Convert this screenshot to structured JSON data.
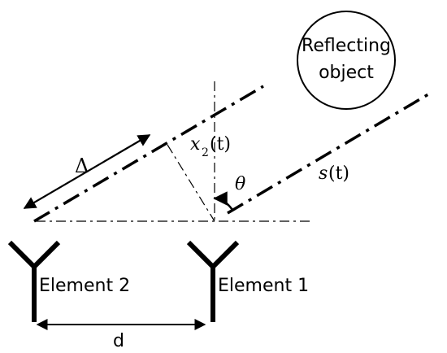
{
  "diagram": {
    "reflector": {
      "line1": "Reflecting",
      "line2": "object"
    },
    "signal_label": {
      "name": "s",
      "arg": "(t)"
    },
    "received_label": {
      "name": "x",
      "subscript": "2",
      "arg": "(t)"
    },
    "angle_label": "θ",
    "path_diff_label": "Δ",
    "element1_label": "Element 1",
    "element2_label": "Element 2",
    "spacing_label": "d",
    "colors": {
      "stroke": "#000000",
      "background": "#ffffff"
    }
  }
}
